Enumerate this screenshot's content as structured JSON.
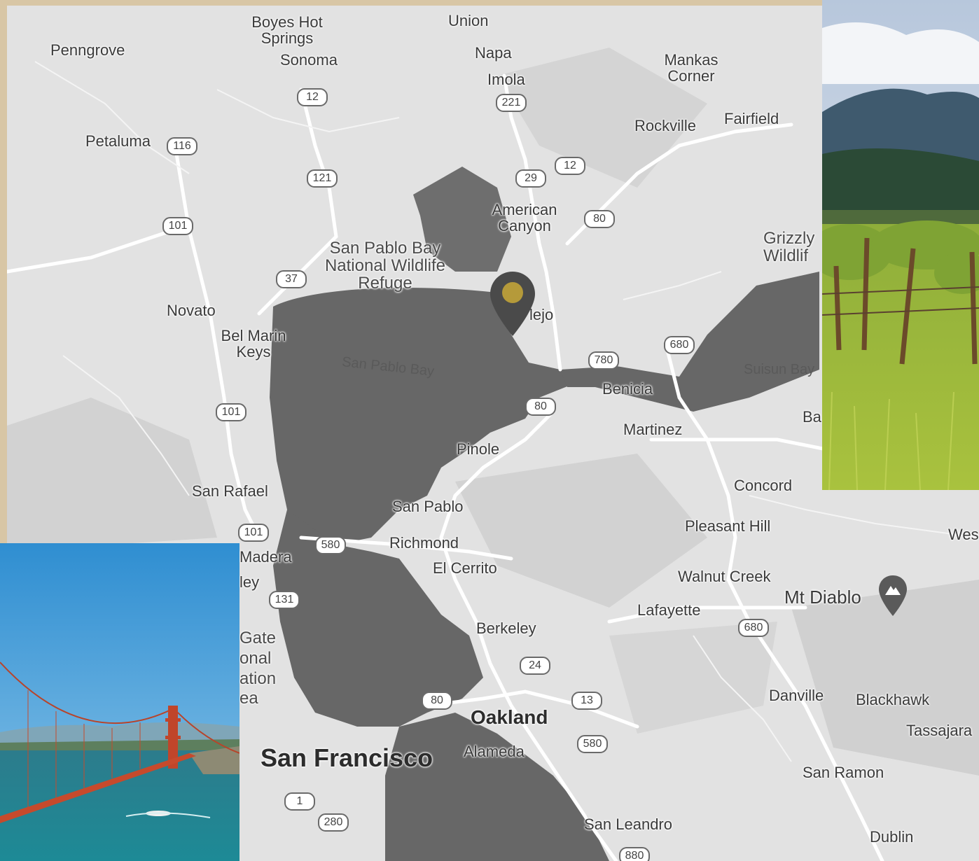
{
  "colors": {
    "frame": "#d8c6a5",
    "land": "#e2e2e2",
    "water": "#676767",
    "road": "#ffffff",
    "pin": "#4a4a4a",
    "pin_dot": "#b59a3a"
  },
  "pin": {
    "icon": "location-pin-icon"
  },
  "poi": {
    "label": "Mt Diablo",
    "icon": "mountain-pin-icon"
  },
  "labels": {
    "boyes": "Boyes Hot Springs",
    "union": "Union",
    "penngrove": "Penngrove",
    "napa": "Napa",
    "sonoma": "Sonoma",
    "imola": "Imola",
    "mankas": "Mankas Corner",
    "petaluma": "Petaluma",
    "rockville": "Rockville",
    "fairfield": "Fairfield",
    "american_canyon": "American Canyon",
    "sanpablo_refuge": "San Pablo Bay National Wildlife Refuge",
    "grizzly": "Grizzly Wildlif",
    "novato": "Novato",
    "bel_marin": "Bel Marin Keys",
    "vallejo": "lejo",
    "sanpablo_bay": "San Pablo Bay",
    "suisun_bay": "Suisun Bay",
    "benicia": "Benicia",
    "ba": "Ba",
    "martinez": "Martinez",
    "pinole": "Pinole",
    "concord": "Concord",
    "san_rafael": "San Rafael",
    "san_pablo": "San Pablo",
    "pleasant_hill": "Pleasant Hill",
    "wes": "Wes",
    "richmond": "Richmond",
    "madera": "Madera",
    "el_cerrito": "El Cerrito",
    "walnut_creek": "Walnut Creek",
    "ley": "ley",
    "lafayette": "Lafayette",
    "golden_gate": "Gate onal ation ea",
    "berkeley": "Berkeley",
    "danville": "Danville",
    "blackhawk": "Blackhawk",
    "oakland": "Oakland",
    "tassajara": "Tassajara",
    "san_francisco": "San Francisco",
    "alameda": "Alameda",
    "san_ramon": "San Ramon",
    "san_leandro": "San Leandro",
    "dublin": "Dublin"
  },
  "shields": {
    "r12a": "12",
    "r221": "221",
    "r116": "116",
    "r12b": "12",
    "r29": "29",
    "r121": "121",
    "r80a": "80",
    "r101a": "101",
    "r37": "37",
    "r680a": "680",
    "r780": "780",
    "r101b": "101",
    "r80b": "80",
    "r101c": "101",
    "r580a": "580",
    "r131": "131",
    "r680b": "680",
    "r24": "24",
    "r13": "13",
    "r80c": "80",
    "r580b": "580",
    "r1": "1",
    "r280": "280",
    "r880": "880"
  }
}
